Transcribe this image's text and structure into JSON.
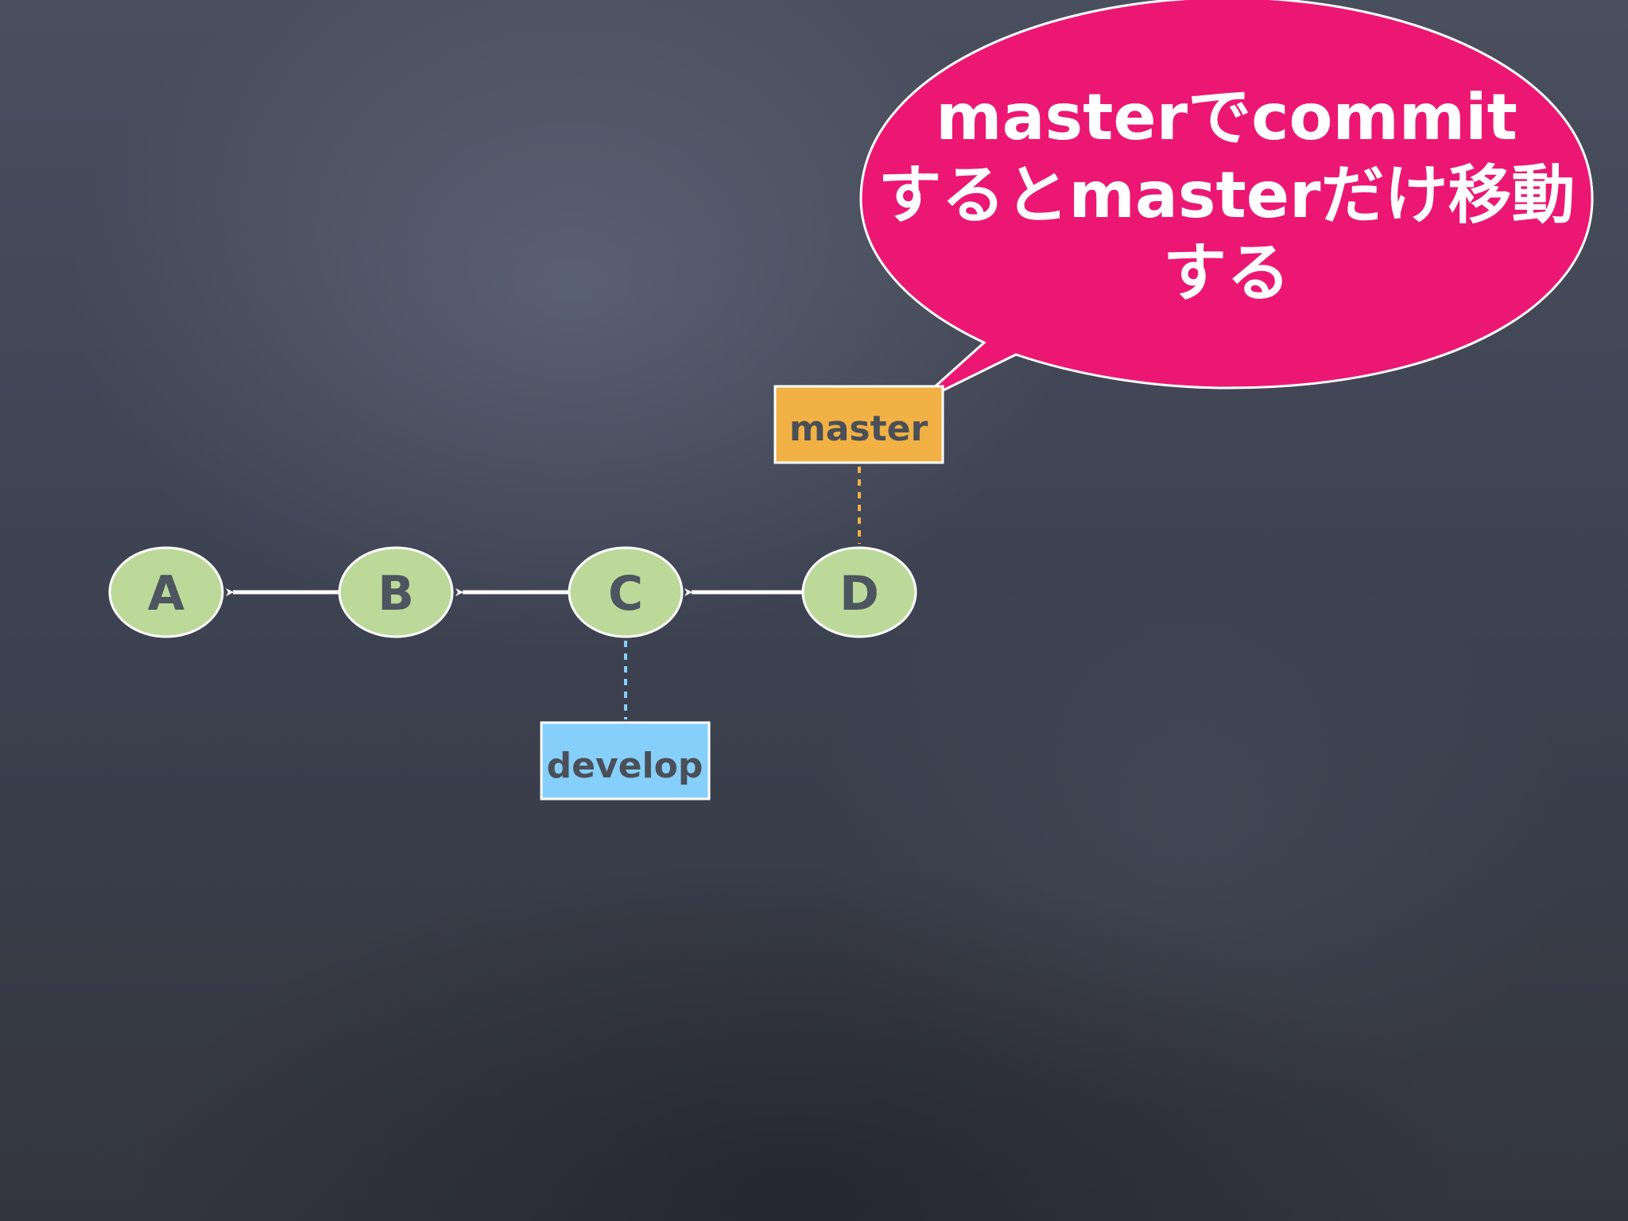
{
  "commits": [
    {
      "id": "A",
      "label": "A"
    },
    {
      "id": "B",
      "label": "B"
    },
    {
      "id": "C",
      "label": "C"
    },
    {
      "id": "D",
      "label": "D"
    }
  ],
  "edges": [
    {
      "from": "B",
      "to": "A"
    },
    {
      "from": "C",
      "to": "B"
    },
    {
      "from": "D",
      "to": "C"
    }
  ],
  "branches": {
    "master": {
      "label": "master",
      "points_to": "D",
      "color": "#f2b145"
    },
    "develop": {
      "label": "develop",
      "points_to": "C",
      "color": "#86cffa"
    }
  },
  "callout": {
    "lines": [
      "masterでcommit",
      "するとmasterだけ移動",
      "する"
    ],
    "color": "#eb1773"
  },
  "colors": {
    "commit_fill": "#bcd99a",
    "commit_stroke": "#ffffff",
    "arrow": "#ffffff"
  }
}
